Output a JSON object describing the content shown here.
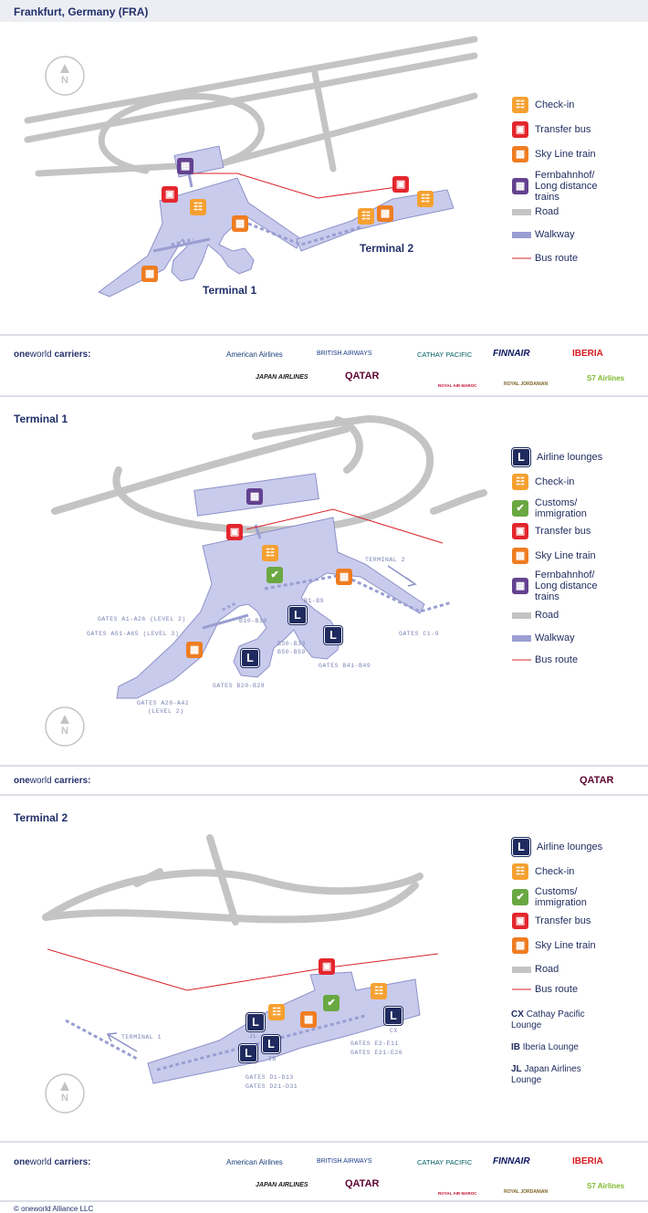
{
  "map1": {
    "title": "Frankfurt, Germany (FRA)",
    "labels": {
      "terminal1": "Terminal 1",
      "terminal2": "Terminal 2"
    },
    "legend": [
      "Check-in",
      "Transfer bus",
      "Sky Line train",
      "Fernbahnhof/ Long distance trains",
      "Road",
      "Walkway",
      "Bus route"
    ],
    "carriers_label": "carriers:",
    "brand_one": "one",
    "brand_world": "world"
  },
  "map2": {
    "title": "Terminal 1",
    "legend": [
      "Airline lounges",
      "Check-in",
      "Customs/ immigration",
      "Transfer bus",
      "Sky Line train",
      "Fernbahnhof/ Long distance trains",
      "Road",
      "Walkway",
      "Bus route"
    ],
    "gates": {
      "a1": "GATES A1-A26 (LEVEL 2)",
      "a51": "GATES A51-A65 (LEVEL 3)",
      "a28": "GATES A28-A42",
      "a28b": "(LEVEL 2)",
      "b1": "B1-B9",
      "b10": "B10-B19",
      "b30": "B30-B33",
      "b50": "B50-B59",
      "b41": "GATES B41-B49",
      "b20": "GATES B20-B28",
      "c1": "GATES C1-9",
      "t2": "TERMINAL 2"
    },
    "carriers_label": "carriers:",
    "carriers": [
      "QATAR"
    ]
  },
  "map3": {
    "title": "Terminal 2",
    "legend": [
      "Airline lounges",
      "Check-in",
      "Customs/ immigration",
      "Transfer bus",
      "Sky Line train",
      "Road",
      "Bus route"
    ],
    "lounges": [
      {
        "code": "CX",
        "name": "Cathay Pacific Lounge"
      },
      {
        "code": "IB",
        "name": "Iberia Lounge"
      },
      {
        "code": "JL",
        "name": "Japan Airlines Lounge"
      }
    ],
    "gates": {
      "t1": "TERMINAL 1",
      "e2": "GATES E2-E11",
      "e21": "GATES E21-E26",
      "d1": "GATES D1-D13",
      "d21": "GATES D21-D31",
      "jl": "JL",
      "ib": "IB",
      "cx": "CX"
    },
    "carriers_label": "carriers:"
  },
  "carriers": {
    "row1": [
      "American Airlines",
      "BRITISH AIRWAYS",
      "CATHAY PACIFIC",
      "FINNAIR",
      "IBERIA"
    ],
    "row2": [
      "JAPAN AIRLINES",
      "QATAR",
      "ROYAL AIR MAROC",
      "ROYAL JORDANIAN",
      "S7 Airlines"
    ]
  },
  "compass": "N",
  "footer": "© oneworld Alliance LLC",
  "colors": {
    "header_bg": "#eceef4",
    "navy": "#22306a",
    "road": "#c4c4c4",
    "walkway": "#9a9ed2",
    "terminal_fill": "#c9cbec",
    "terminal_stroke": "#8d92c8",
    "checkin": "#f5a131",
    "transfer_bus": "#e3262d",
    "skyline": "#ef7d22",
    "fernbahnhof": "#63418f",
    "customs": "#6aa842",
    "lounge": "#1f2a5e",
    "bus_route": "#d8232a"
  }
}
